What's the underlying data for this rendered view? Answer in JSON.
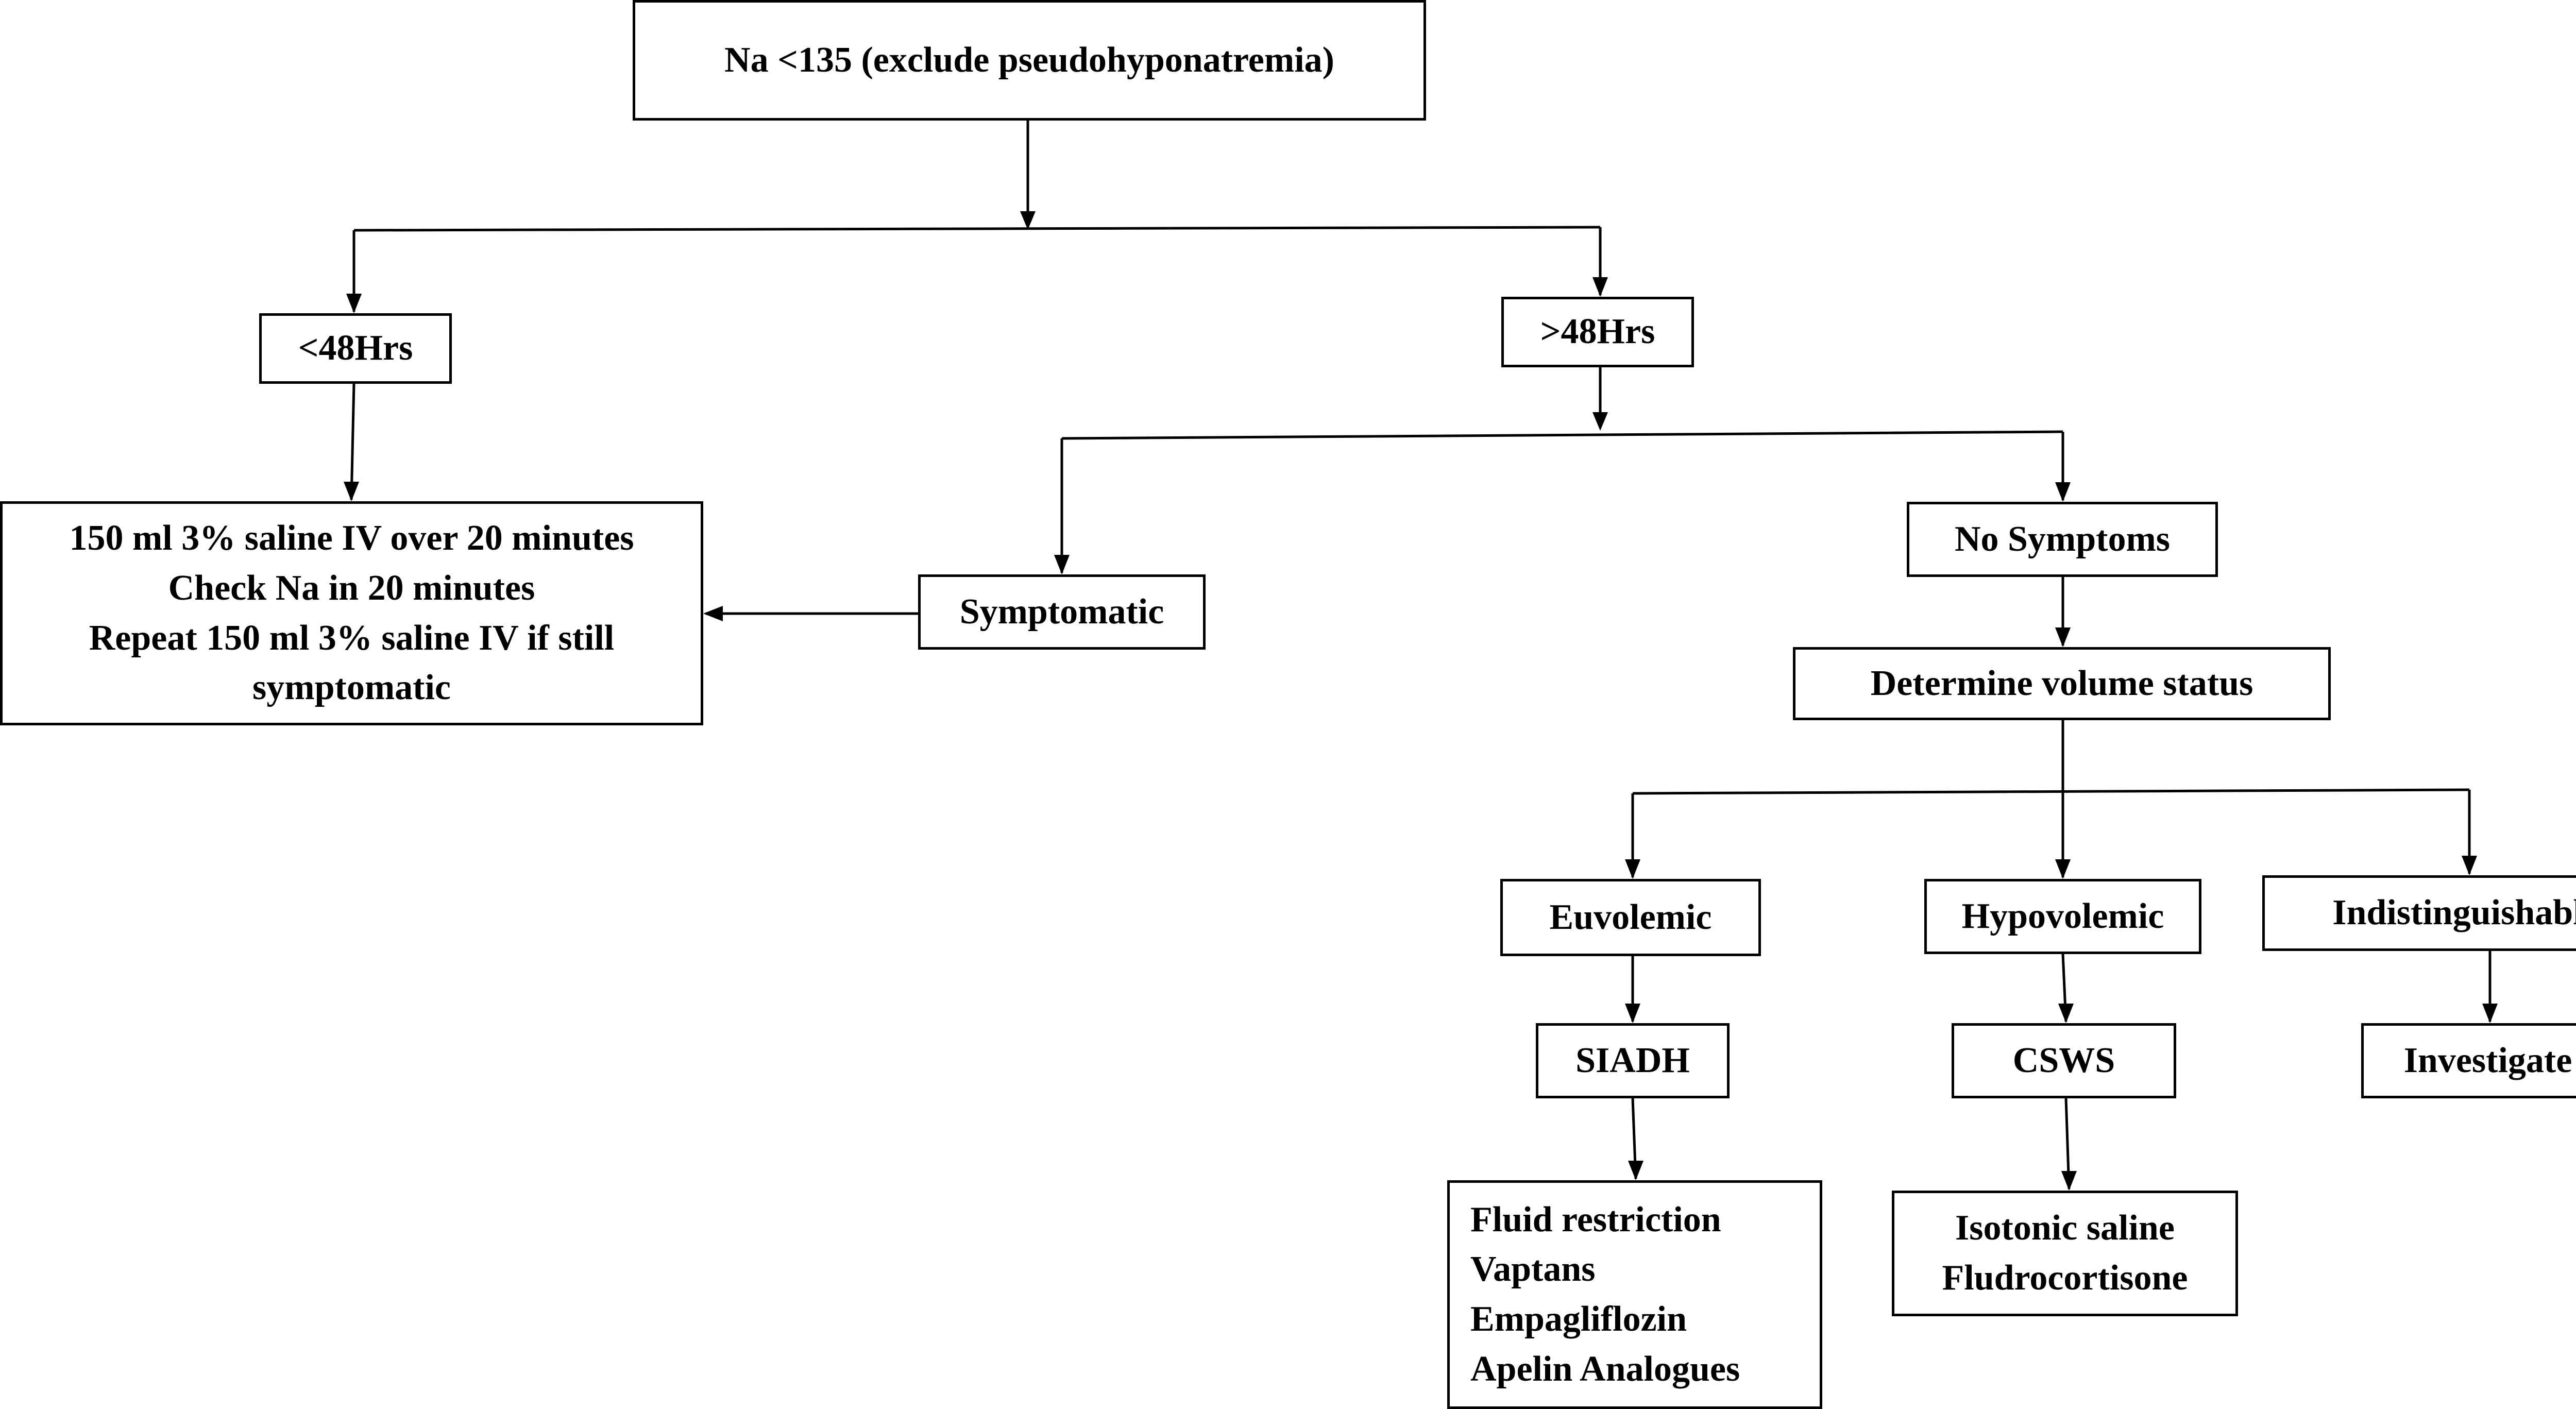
{
  "nodes": {
    "root": "Na <135 (exclude pseudohyponatremia)",
    "acute": "<48Hrs",
    "chronic": ">48Hrs",
    "acute_treatment": [
      "150 ml 3% saline IV over 20 minutes",
      "Check Na in 20 minutes",
      "Repeat 150 ml 3% saline IV if still",
      "symptomatic"
    ],
    "symptomatic": "Symptomatic",
    "no_symptoms": "No Symptoms",
    "volume_status": "Determine volume status",
    "euvolemic": "Euvolemic",
    "hypovolemic": "Hypovolemic",
    "indistinguishable": "Indistinguishable",
    "siadh": "SIADH",
    "csws": "CSWS",
    "investigate": "Investigate",
    "siadh_treatment": [
      "Fluid restriction",
      "Vaptans",
      "Empagliflozin",
      "Apelin Analogues"
    ],
    "csws_treatment": [
      "Isotonic saline",
      "Fludrocortisone"
    ]
  },
  "colors": {
    "line": "#000000",
    "box_border": "#000000",
    "background": "#ffffff"
  }
}
